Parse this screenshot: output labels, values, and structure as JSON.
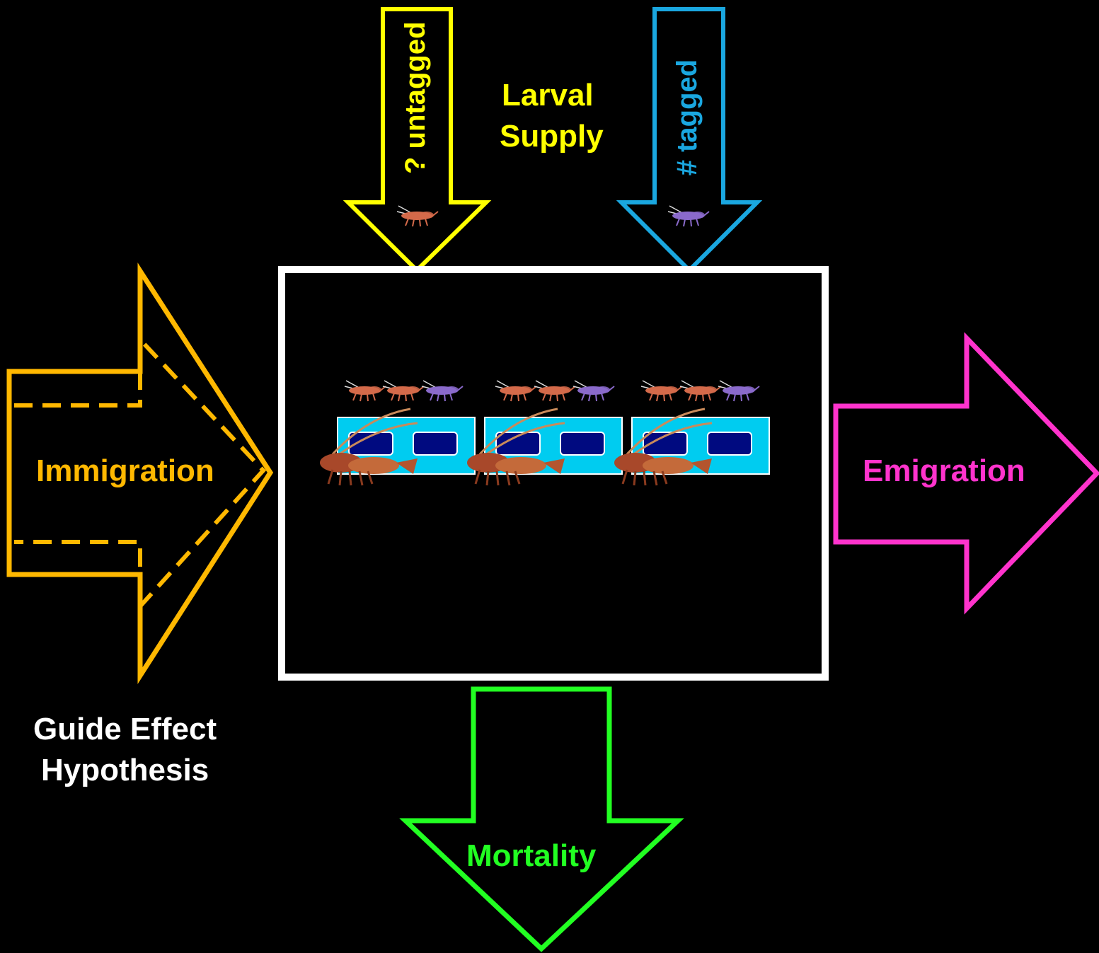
{
  "colors": {
    "background": "#000000",
    "untagged": "#ffff00",
    "tagged": "#1aa7e0",
    "immigration": "#ffb800",
    "emigration": "#ff33cc",
    "mortality": "#22ff22",
    "box": "#ffffff",
    "shelter": "#00ccf0",
    "shelter_window": "#000a80",
    "label_white": "#ffffff"
  },
  "labels": {
    "untagged": "? untagged",
    "tagged": "# tagged",
    "larval_supply_line1": "Larval",
    "larval_supply_line2": "Supply",
    "immigration": "Immigration",
    "emigration": "Emigration",
    "mortality": "Mortality",
    "hypothesis_line1": "Guide Effect",
    "hypothesis_line2": "Hypothesis"
  },
  "icons": {
    "larva_untagged": "lobster-larva-icon",
    "larva_tagged": "lobster-larva-tagged-icon",
    "lobster": "spiny-lobster-icon",
    "shelter": "artificial-shelter-icon"
  }
}
